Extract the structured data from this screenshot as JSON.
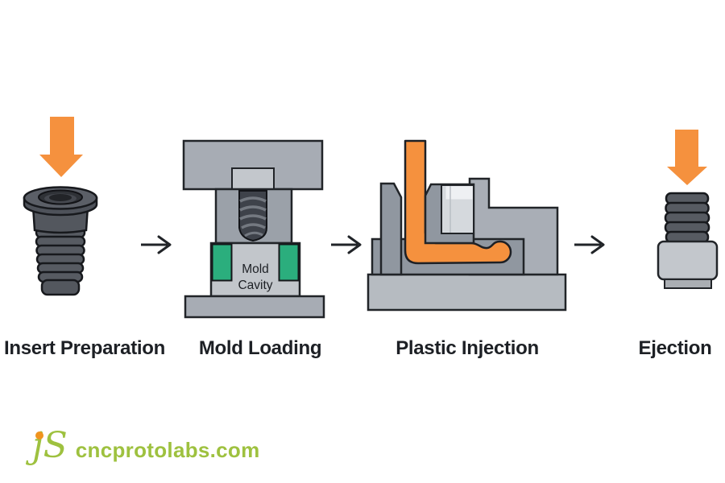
{
  "page": {
    "background": "#ffffff"
  },
  "colors": {
    "orange": "#F5913E",
    "green": "#2BAE7D",
    "outline": "#212428",
    "label_text": "#1D2025",
    "logo_green": "#9EC13F",
    "logo_dot_orange": "#F0941F",
    "mold_gray": "#A7ACB4",
    "mold_gray_dark": "#9097A0",
    "mold_gray_light": "#C2C6CB",
    "base_gray": "#B6BBC1",
    "insert_dark": "#575B62",
    "molded_insert_light": "#D5D9DD"
  },
  "stages": [
    {
      "label": "Insert Preparation"
    },
    {
      "label": "Mold Loading",
      "cavity_line1": "Mold",
      "cavity_line2": "Cavity"
    },
    {
      "label": "Plastic Injection"
    },
    {
      "label": "Ejection"
    }
  ],
  "icons": {
    "down_arrow": "down-arrow",
    "flow_arrow": "right-arrow"
  },
  "logo": {
    "monogram": "jS",
    "domain": "cncprotolabs.com"
  }
}
